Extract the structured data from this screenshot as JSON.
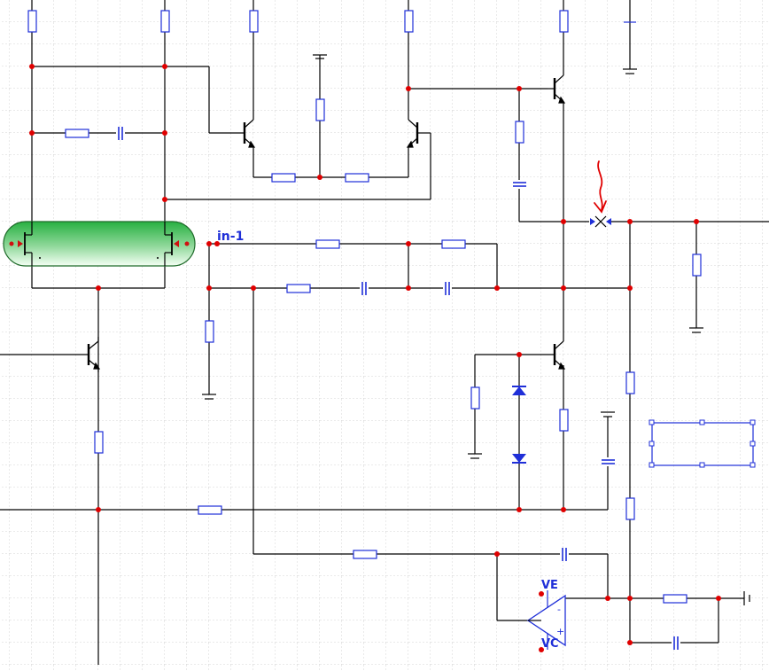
{
  "labels": {
    "net_in": "in-1",
    "opamp_ve": "VE",
    "opamp_vc": "VC",
    "opamp_minus": "-",
    "opamp_plus": "+"
  },
  "colors": {
    "wire": "#000000",
    "component": "#1f2fd8",
    "junction": "#e00000",
    "annotation": "#e00000",
    "grid": "#d8d8d8",
    "grid_major": "#c4c4c4",
    "selection_fill_top": "#2fb24a",
    "selection_fill_bottom": "#f2fff2",
    "selection_border": "#1f6b2a"
  },
  "canvas": {
    "grid": "dashed"
  }
}
